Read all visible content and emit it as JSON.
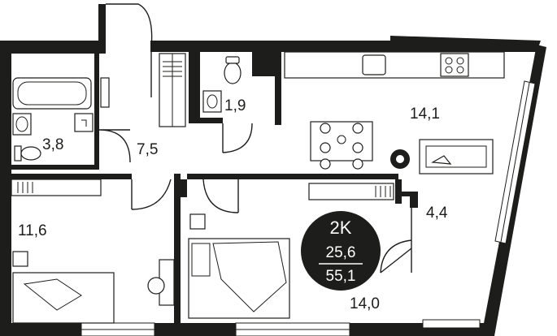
{
  "plan": {
    "type_badge": {
      "rooms_code": "2K",
      "living_area": "25,6",
      "total_area": "55,1",
      "bg_color": "#1d1d1b",
      "text_color": "#ffffff"
    },
    "rooms": {
      "bathroom": "3,8",
      "hallway": "7,5",
      "wc": "1,9",
      "kitchen_living": "14,1",
      "bedroom_left": "11,6",
      "balcony": "4,4",
      "bedroom_right": "14,0"
    },
    "colors": {
      "walls": "#1d1d1b",
      "background": "#ffffff"
    }
  }
}
